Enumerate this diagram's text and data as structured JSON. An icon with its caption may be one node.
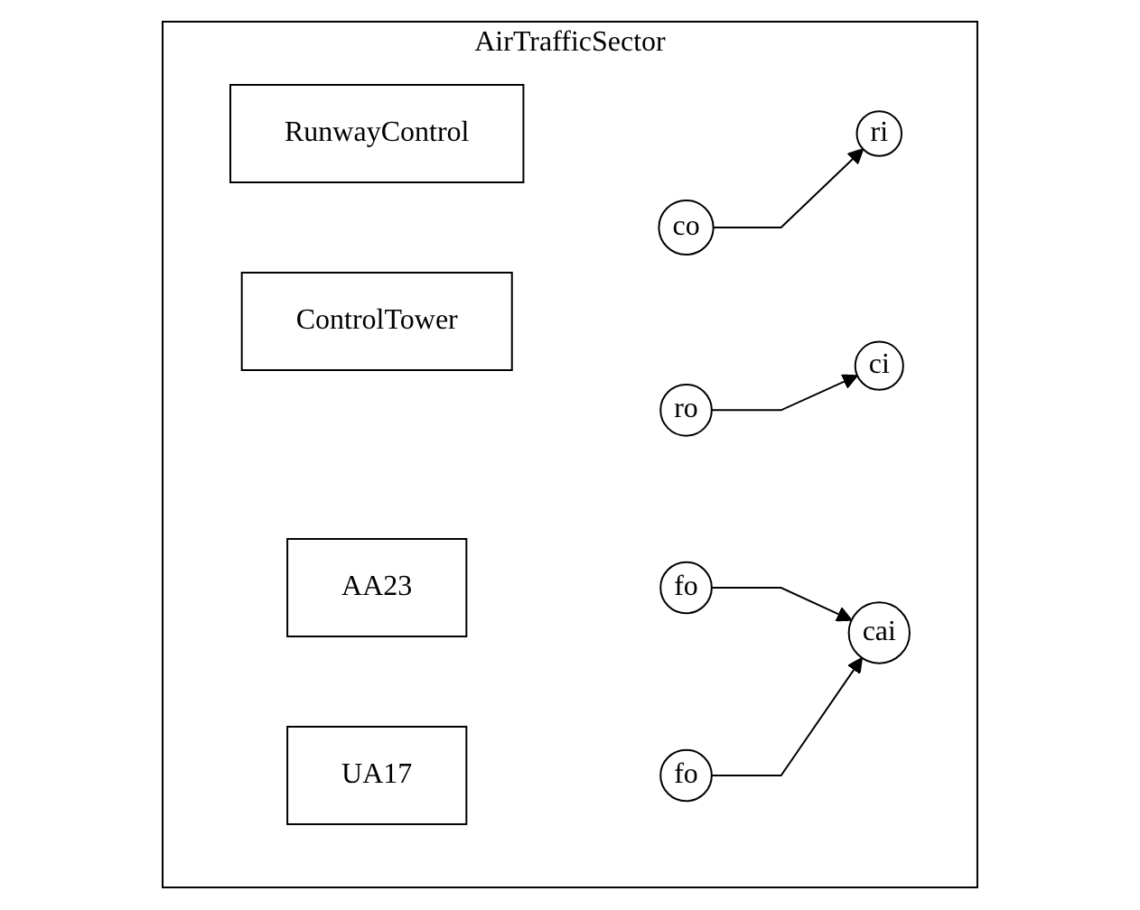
{
  "diagram": {
    "nodes": [
      {
        "text": [
          "AirTrafficSector"
        ]
      },
      {
        "text": [
          "ControlTower"
        ],
        "in": 0
      },
      {
        "text": [
          "co"
        ],
        "in": 0
      },
      {
        "text": [
          "ci"
        ],
        "in": 0
      },
      {
        "text": [
          "cai"
        ],
        "in": 0
      },
      {
        "text": [
          "RunwayControl"
        ],
        "in": 0
      },
      {
        "text": [
          "ri"
        ],
        "in": 0
      },
      {
        "text": [
          "ro"
        ],
        "in": 0
      },
      {
        "text": [
          "UA17"
        ],
        "in": 0
      },
      {
        "text": [
          "fo"
        ],
        "in": 0
      },
      {
        "text": [
          "AA23"
        ],
        "in": 0
      },
      {
        "text": [
          "fo"
        ],
        "in": 0
      }
    ],
    "edges": [
      {
        "from": 2,
        "to": 6,
        "arrow": "to"
      },
      {
        "from": 7,
        "to": 3,
        "arrow": "to"
      },
      {
        "from": 9,
        "to": 4,
        "arrow": "to"
      },
      {
        "from": 11,
        "to": 4,
        "arrow": "to"
      }
    ]
  }
}
